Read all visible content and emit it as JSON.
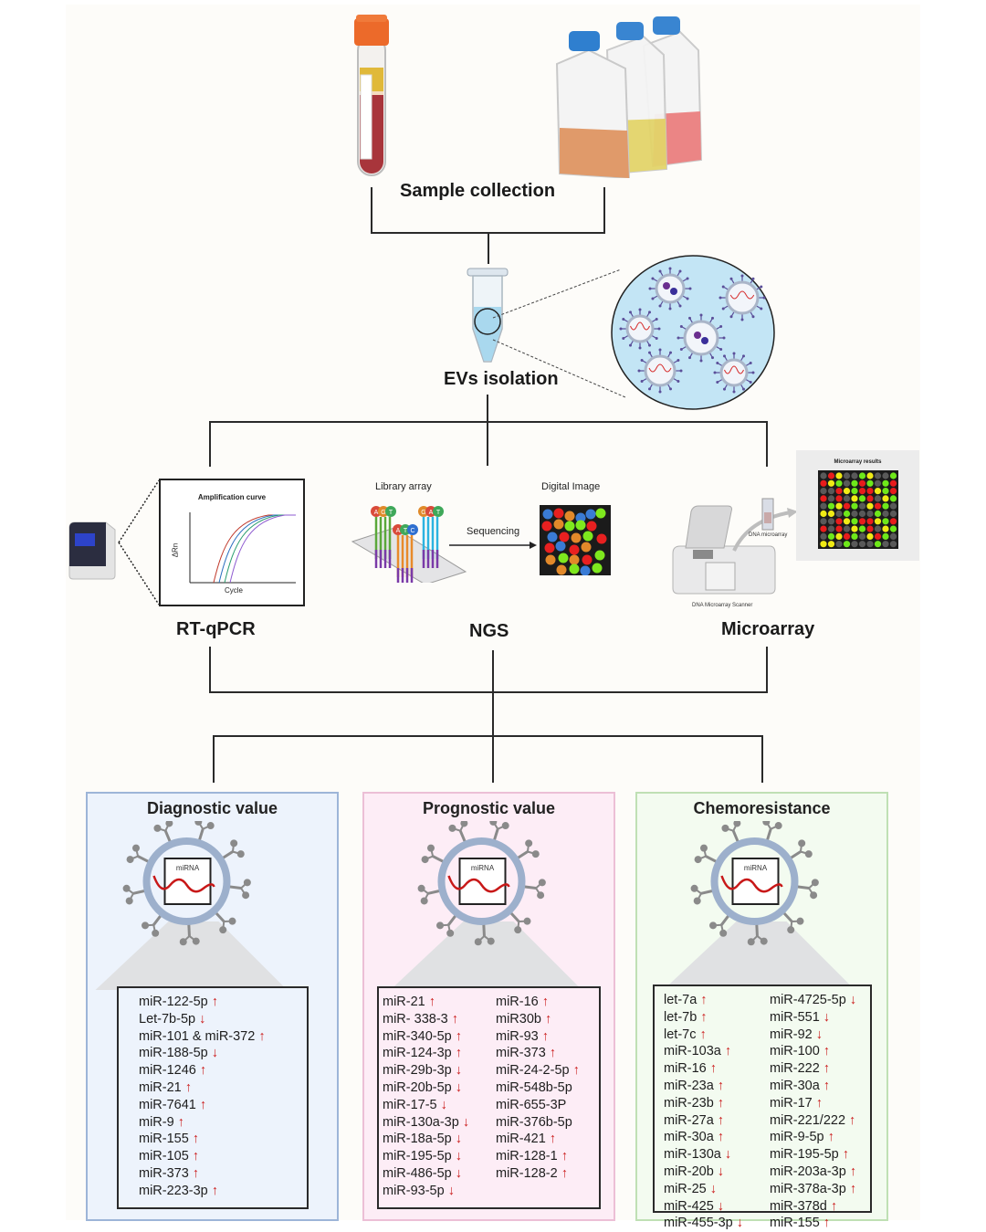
{
  "stages": {
    "sample_collection": "Sample collection",
    "evs_isolation": "EVs isolation",
    "rt_qpcr": "RT-qPCR",
    "ngs": "NGS",
    "microarray": "Microarray"
  },
  "rt_qpcr_panel": {
    "title": "Amplification curve",
    "ylabel": "ΔRn",
    "xlabel": "Cycle",
    "curve_colors": [
      "#c0392b",
      "#2c6fbf",
      "#2a9d6f",
      "#8e5bd0"
    ]
  },
  "ngs_panel": {
    "library_label": "Library array",
    "arrow_label": "Sequencing",
    "image_label": "Digital Image",
    "bases": [
      [
        "A",
        "G",
        "T"
      ],
      [
        "A",
        "T",
        "C"
      ],
      [
        "G",
        "A",
        "T"
      ]
    ],
    "dot_colors": [
      "#3a7bd5",
      "#e82020",
      "#e2892a",
      "#7ee81e"
    ]
  },
  "microarray_panel": {
    "results_title": "Microarray results",
    "chip_label": "DNA microarray",
    "scanner_label": "DNA Microarray Scanner",
    "grid": [
      "kRYkkGYkkG",
      "RYGkGRGkGR",
      "kkRYGRRYGR",
      "RkRkYGRkYG",
      "kGYRGkYRGk",
      "YYkGkkkGkk",
      "kkRYGRRYGR",
      "RkRkYGRkYG",
      "kGYRGkYRGk",
      "YYkGkkkGkk"
    ]
  },
  "vesicle_label": "miRNA",
  "outcomes": [
    {
      "title": "Diagnostic value",
      "border": "#9db5d8",
      "bg": "#edf3fc",
      "columns": [
        [
          {
            "name": "miR-122-5p",
            "dir": "up"
          },
          {
            "name": "Let-7b-5p",
            "dir": "down"
          },
          {
            "name": "miR-101 & miR-372",
            "dir": "up"
          },
          {
            "name": "miR-188-5p",
            "dir": "down"
          },
          {
            "name": "miR-1246",
            "dir": "up"
          },
          {
            "name": "miR-21",
            "dir": "up"
          },
          {
            "name": "miR-7641",
            "dir": "up"
          },
          {
            "name": "miR-9",
            "dir": "up"
          },
          {
            "name": "miR-155",
            "dir": "up"
          },
          {
            "name": "miR-105",
            "dir": "up"
          },
          {
            "name": "miR-373",
            "dir": "up"
          },
          {
            "name": "miR-223-3p",
            "dir": "up"
          }
        ]
      ]
    },
    {
      "title": "Prognostic value",
      "border": "#ecbfd6",
      "bg": "#fdedf6",
      "columns": [
        [
          {
            "name": "miR-21",
            "dir": "up"
          },
          {
            "name": "miR- 338-3",
            "dir": "up"
          },
          {
            "name": "miR-340-5p",
            "dir": "up"
          },
          {
            "name": "miR-124-3p",
            "dir": "up"
          },
          {
            "name": "miR-29b-3p",
            "dir": "down"
          },
          {
            "name": "miR-20b-5p",
            "dir": "down"
          },
          {
            "name": "miR-17-5",
            "dir": "down"
          },
          {
            "name": "miR-130a-3p",
            "dir": "down"
          },
          {
            "name": "miR-18a-5p",
            "dir": "down"
          },
          {
            "name": "miR-195-5p",
            "dir": "down"
          },
          {
            "name": "miR-486-5p",
            "dir": "down"
          },
          {
            "name": "miR-93-5p",
            "dir": "down"
          }
        ],
        [
          {
            "name": "miR-16",
            "dir": "up"
          },
          {
            "name": "miR30b",
            "dir": "up"
          },
          {
            "name": "miR-93",
            "dir": "up"
          },
          {
            "name": "miR-373",
            "dir": "up"
          },
          {
            "name": "miR-24-2-5p",
            "dir": "up"
          },
          {
            "name": "miR-548b-5p",
            "dir": ""
          },
          {
            "name": "miR-655-3P",
            "dir": ""
          },
          {
            "name": "miR-376b-5p",
            "dir": ""
          },
          {
            "name": "miR-421",
            "dir": "up"
          },
          {
            "name": "miR-128-1",
            "dir": "up"
          },
          {
            "name": "miR-128-2",
            "dir": "up"
          }
        ]
      ]
    },
    {
      "title": "Chemoresistance",
      "border": "#bfe0b4",
      "bg": "#f3fbf0",
      "columns": [
        [
          {
            "name": "let-7a",
            "dir": "up"
          },
          {
            "name": "let-7b",
            "dir": "up"
          },
          {
            "name": "let-7c",
            "dir": "up"
          },
          {
            "name": "miR-103a",
            "dir": "up"
          },
          {
            "name": "miR-16",
            "dir": "up"
          },
          {
            "name": "miR-23a",
            "dir": "up"
          },
          {
            "name": "miR-23b",
            "dir": "up"
          },
          {
            "name": "miR-27a",
            "dir": "up"
          },
          {
            "name": "miR-30a",
            "dir": "up"
          },
          {
            "name": "miR-130a",
            "dir": "down"
          },
          {
            "name": "miR-20b",
            "dir": "down"
          },
          {
            "name": "miR-25",
            "dir": "down"
          },
          {
            "name": "miR-425",
            "dir": "down"
          },
          {
            "name": "miR-455-3p",
            "dir": "down"
          }
        ],
        [
          {
            "name": "miR-4725-5p",
            "dir": "down"
          },
          {
            "name": "miR-551",
            "dir": "down"
          },
          {
            "name": "miR-92",
            "dir": "down"
          },
          {
            "name": "miR-100",
            "dir": "up"
          },
          {
            "name": "miR-222",
            "dir": "up"
          },
          {
            "name": "miR-30a",
            "dir": "up"
          },
          {
            "name": "miR-17",
            "dir": "up"
          },
          {
            "name": "miR-221/222",
            "dir": "up"
          },
          {
            "name": "miR-9-5p",
            "dir": "up"
          },
          {
            "name": "miR-195-5p",
            "dir": "up"
          },
          {
            "name": "miR-203a-3p",
            "dir": "up"
          },
          {
            "name": "miR-378a-3p",
            "dir": "up"
          },
          {
            "name": "miR-378d",
            "dir": "up"
          },
          {
            "name": "miR-155",
            "dir": "up"
          }
        ]
      ]
    }
  ],
  "arrows": {
    "up": "↑",
    "down": "↓"
  }
}
